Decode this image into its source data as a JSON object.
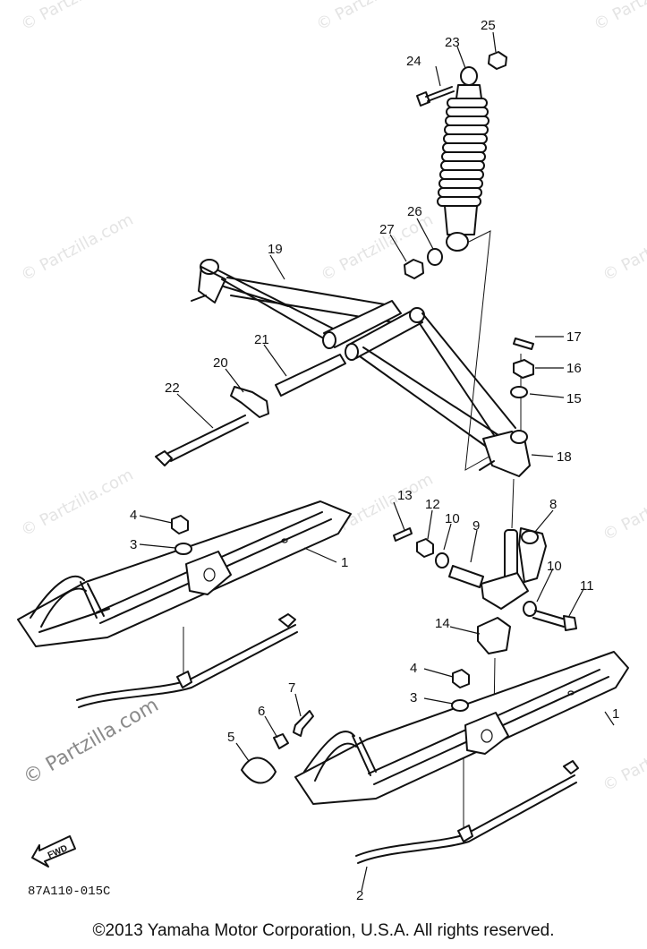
{
  "watermark": "© Partzilla.com",
  "callouts": {
    "c1a": "1",
    "c1b": "1",
    "c2": "2",
    "c3a": "3",
    "c3b": "3",
    "c4a": "4",
    "c4b": "4",
    "c5": "5",
    "c6": "6",
    "c7": "7",
    "c8": "8",
    "c9": "9",
    "c10a": "10",
    "c10b": "10",
    "c11": "11",
    "c12": "12",
    "c13": "13",
    "c14": "14",
    "c15": "15",
    "c16": "16",
    "c17": "17",
    "c18": "18",
    "c19": "19",
    "c20": "20",
    "c21": "21",
    "c22": "22",
    "c23": "23",
    "c24": "24",
    "c25": "25",
    "c26": "26",
    "c27": "27"
  },
  "fwd_label": "FWD",
  "drawing_code": "87A110-015C",
  "copyright": "©2013  Yamaha Motor Corporation, U.S.A. All rights reserved."
}
